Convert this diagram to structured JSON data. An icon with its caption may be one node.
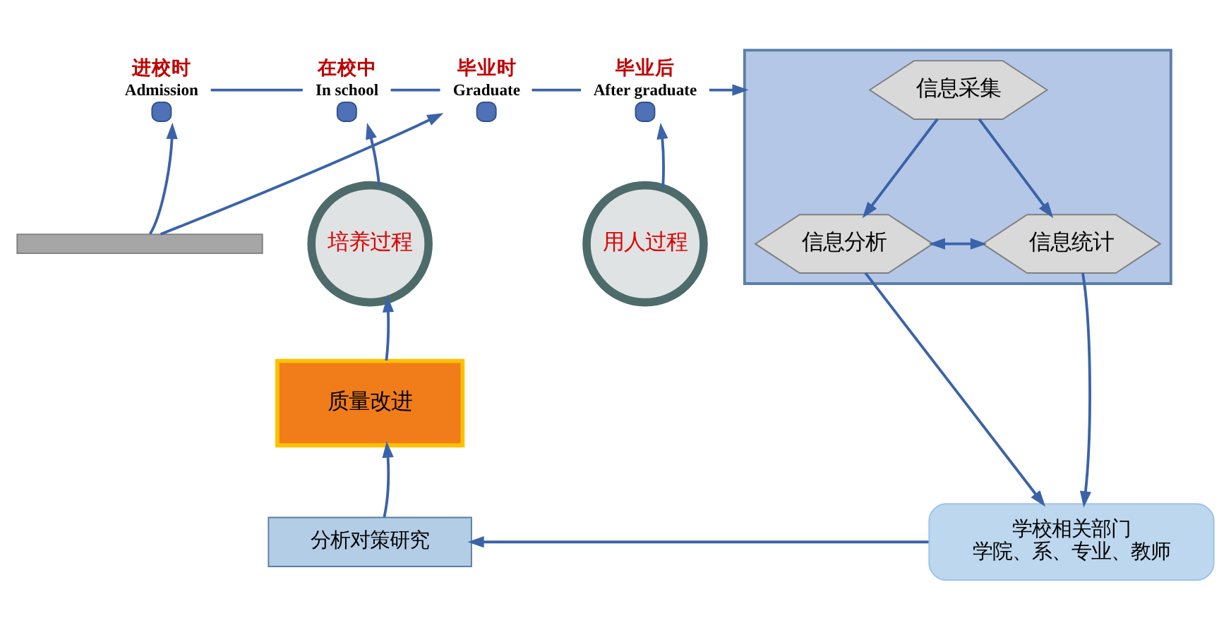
{
  "diagram": {
    "nodes": [
      {
        "text": [],
        "shape": "circle",
        "beside": [
          "进校时",
          "Admission"
        ]
      },
      {
        "text": [],
        "shape": "circle",
        "beside": [
          "在校中",
          "In school"
        ]
      },
      {
        "text": [],
        "shape": "circle",
        "beside": [
          "毕业时",
          "Graduate"
        ]
      },
      {
        "text": [],
        "shape": "circle",
        "beside": [
          "毕业后",
          "After graduate"
        ]
      },
      {
        "text": [
          "培养过程"
        ]
      },
      {
        "text": [
          "用人过程"
        ]
      },
      {
        "text": [],
        "shape": "bar"
      },
      {
        "text": [],
        "shape": "box"
      },
      {
        "text": [
          "信息采集"
        ],
        "in": 7
      },
      {
        "text": [
          "信息统计"
        ],
        "in": 7
      },
      {
        "text": [
          "信息分析"
        ],
        "in": 7
      },
      {
        "text": [
          "学校相关部门",
          "学院、系、专业、教师"
        ]
      },
      {
        "text": [
          "分析对策研究"
        ]
      },
      {
        "text": [
          "质量改进"
        ]
      }
    ],
    "edges": [
      {
        "from": 6,
        "to": 0,
        "arrow": "to"
      },
      {
        "from": 4,
        "to": 1,
        "arrow": "to"
      },
      {
        "from": 6,
        "to": 2,
        "arrow": "to"
      },
      {
        "from": 5,
        "to": 3,
        "arrow": "to"
      },
      {
        "from": 0,
        "to": 1,
        "arrow": "none"
      },
      {
        "from": 1,
        "to": 2,
        "arrow": "none"
      },
      {
        "from": 2,
        "to": 3,
        "arrow": "none"
      },
      {
        "from": 3,
        "to": 7,
        "arrow": "to"
      },
      {
        "from": 8,
        "to": 9,
        "arrow": "to"
      },
      {
        "from": 8,
        "to": 10,
        "arrow": "to"
      },
      {
        "from": 9,
        "to": 10,
        "arrow": "both"
      },
      {
        "from": 9,
        "to": 11,
        "arrow": "to"
      },
      {
        "from": 10,
        "to": 11,
        "arrow": "to"
      },
      {
        "from": 11,
        "to": 12,
        "arrow": "to"
      },
      {
        "from": 12,
        "to": 13,
        "arrow": "to"
      },
      {
        "from": 13,
        "to": 4,
        "arrow": "to"
      }
    ]
  }
}
